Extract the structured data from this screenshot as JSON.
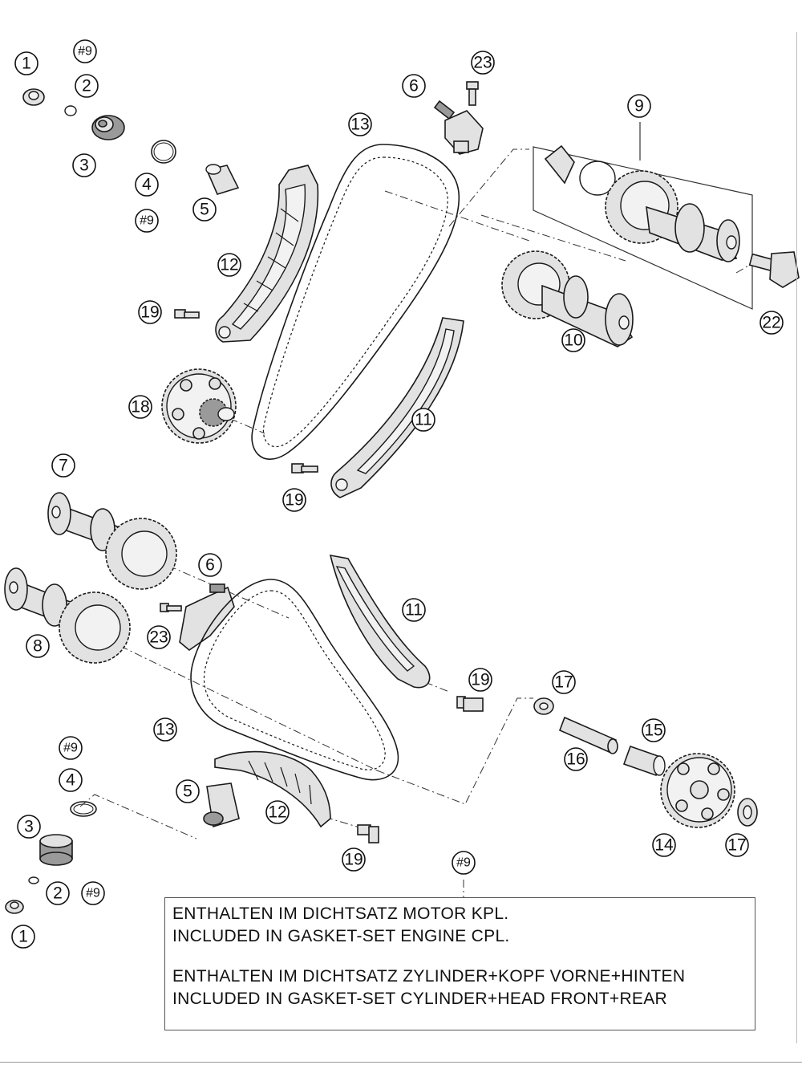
{
  "callouts": {
    "c1_top": "1",
    "c9_top": "#9",
    "c2_top": "2",
    "c3_top": "3",
    "c4_top": "4",
    "c9b_top": "#9",
    "c5_top": "5",
    "c23_top": "23",
    "c6_top": "6",
    "c13_top": "13",
    "c9_box": "9",
    "c12_top": "12",
    "c19_a": "19",
    "c10": "10",
    "c22": "22",
    "c18": "18",
    "c11_top": "11",
    "c19_b": "19",
    "c7": "7",
    "c6_bot": "6",
    "c11_bot": "11",
    "c8": "8",
    "c23_bot": "23",
    "c19_c": "19",
    "c17_a": "17",
    "c13_bot": "13",
    "c15": "15",
    "c9_bot": "#9",
    "c16": "16",
    "c4_bot": "4",
    "c5_bot": "5",
    "c12_bot": "12",
    "c3_bot": "3",
    "c14": "14",
    "c17_b": "17",
    "c19_d": "19",
    "c9_note": "#9",
    "c2_bot": "2",
    "c9c_bot": "#9",
    "c1_bot": "1"
  },
  "note": {
    "line1": "ENTHALTEN IM DICHTSATZ MOTOR KPL.",
    "line2": "INCLUDED IN GASKET-SET ENGINE CPL.",
    "line3": "ENTHALTEN IM DICHTSATZ ZYLINDER+KOPF VORNE+HINTEN",
    "line4": "INCLUDED IN GASKET-SET CYLINDER+HEAD FRONT+REAR"
  },
  "icons": [
    "nut-icon",
    "o-ring-icon",
    "plug-icon",
    "tensioner-icon",
    "sensor-icon",
    "bolt-icon",
    "sprocket-icon",
    "camshaft-icon",
    "chain-icon",
    "guide-rail-icon",
    "washer-icon",
    "sleeve-icon"
  ]
}
